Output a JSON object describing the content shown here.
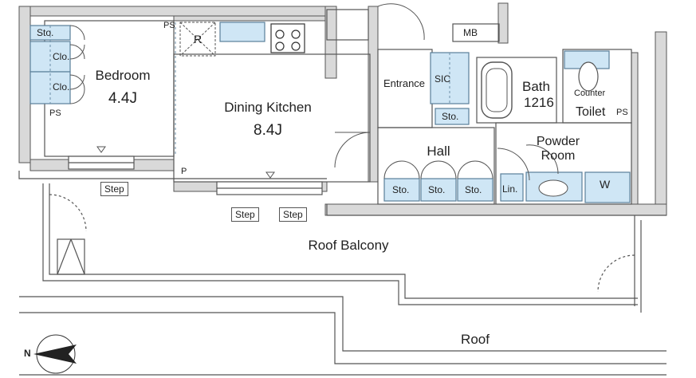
{
  "rooms": {
    "bedroom": "Bedroom",
    "bedroom_size": "4.4J",
    "dining_kitchen": "Dining Kitchen",
    "dining_kitchen_size": "8.4J",
    "entrance": "Entrance",
    "hall": "Hall",
    "bath": "Bath",
    "bath_size": "1216",
    "powder_room_line1": "Powder",
    "powder_room_line2": "Room",
    "toilet": "Toilet",
    "roof_balcony": "Roof Balcony",
    "roof": "Roof"
  },
  "fixtures": {
    "sto": "Sto.",
    "clo": "Clo.",
    "sic": "SIC",
    "lin": "Lin.",
    "w": "W",
    "ps": "PS",
    "p": "P",
    "mb": "MB",
    "r": "R",
    "counter": "Counter",
    "step": "Step"
  },
  "compass": {
    "north": "N"
  },
  "colors": {
    "wall": "#d9d9d9",
    "wall_line": "#555555",
    "storage": "#cfe6f5",
    "storage_line": "#5a7f9a"
  }
}
